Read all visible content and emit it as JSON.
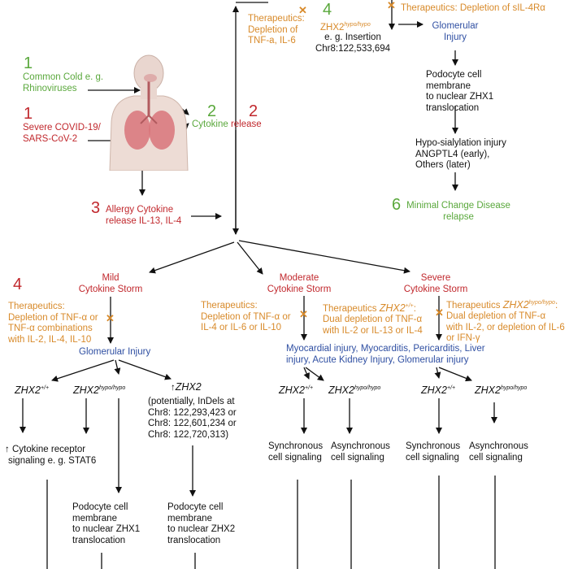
{
  "colors": {
    "green": "#5aa83c",
    "red": "#c1282d",
    "orange": "#d88a2a",
    "blue": "#2f4fa2",
    "line": "#111111"
  },
  "top": {
    "therapeutics_tnf": [
      "Therapeutics:",
      "Depletion of",
      "TNF-a, IL-6"
    ],
    "num_4": "4",
    "zhx2_hypo_base": "ZHX2",
    "zhx2_hypo_sup": "hypo/hypo",
    "insertion": [
      "e. g. Insertion",
      "Chr8:122,533,694"
    ],
    "therapeutics_sil": "Therapeutics: Depletion of sIL-4Rα",
    "glomerular_injury": [
      "Glomerular",
      "Injury"
    ],
    "podocyte_zhx1": [
      "Podocyte cell",
      "membrane",
      "to nuclear ZHX1",
      "translocation"
    ],
    "hyposialylation": [
      "Hypo-sialylation injury",
      "ANGPTL4 (early),",
      "Others (later)"
    ],
    "num_6": "6",
    "mcd": [
      "Minimal Change Disease",
      "relapse"
    ]
  },
  "left": {
    "num_1g": "1",
    "common_cold": [
      "Common Cold e. g.",
      "Rhinoviruses"
    ],
    "num_1r": "1",
    "covid": [
      "Severe COVID-19/",
      "SARS-CoV-2"
    ],
    "num_2g": "2",
    "cytokine": "Cytokine",
    "num_2r": "2",
    "release": "release",
    "num_3": "3",
    "allergy": [
      "Allergy Cytokine",
      "release IL-13, IL-4"
    ]
  },
  "mild": {
    "num_4": "4",
    "title": [
      "Mild",
      "Cytokine Storm"
    ],
    "therapeutics": [
      "Therapeutics:",
      "Depletion of TNF-α or",
      "TNF-α combinations",
      "with IL-2, IL-4, IL-10"
    ],
    "glomerular": "Glomerular Injury",
    "zhx2_wt_base": "ZHX2",
    "zhx2_wt_sup": "+/+",
    "zhx2_hypo_base": "ZHX2",
    "zhx2_hypo_sup": "hypo/hypo",
    "up_zhx2": "↑",
    "zhx2_up_base": "ZHX2",
    "indels": [
      "(potentially, InDels at",
      "Chr8: 122,293,423 or",
      "Chr8: 122,601,234 or",
      "Chr8: 122,720,313)"
    ],
    "cytokine_receptor_arrow": "↑",
    "cytokine_receptor": [
      "Cytokine receptor",
      "signaling e. g. STAT6"
    ],
    "podocyte_zhx1": [
      "Podocyte cell",
      "membrane",
      "to nuclear ZHX1",
      "translocation"
    ],
    "podocyte_zhx2": [
      "Podocyte cell",
      "membrane",
      "to nuclear ZHX2",
      "translocation"
    ]
  },
  "moderate": {
    "title": [
      "Moderate",
      "Cytokine Storm"
    ],
    "therapeutics": [
      "Therapeutics:",
      "Depletion of TNF-α or",
      "IL-4 or IL-6 or IL-10"
    ],
    "therapeutics2_head": "Therapeutics ",
    "therapeutics2_zhx": "ZHX2",
    "therapeutics2_sup": "+/+",
    "therapeutics2_tail": ":",
    "therapeutics2": [
      "Dual depletion of TNF-α",
      "with IL-2 or IL-13 or IL-4"
    ],
    "zhx2_wt_base": "ZHX2",
    "zhx2_wt_sup": "+/+",
    "zhx2_hypo_base": "ZHX2",
    "zhx2_hypo_sup": "hypo/hypo",
    "sync": [
      "Synchronous",
      "cell signaling"
    ],
    "async": [
      "Asynchronous",
      "cell signaling"
    ]
  },
  "injury": [
    "Myocardial injury, Myocarditis, Pericarditis, Liver",
    "injury, Acute Kidney Injury, Glomerular injury"
  ],
  "severe": {
    "title": [
      "Severe",
      "Cytokine Storm"
    ],
    "therapeutics_head": "Therapeutics ",
    "therapeutics_zhx": "ZHX2",
    "therapeutics_sup": "hypo/hypo",
    "therapeutics_tail": ":",
    "therapeutics": [
      "Dual depletion of TNF-α",
      "with IL-2, or depletion of IL-6",
      "or IFN-γ"
    ],
    "zhx2_wt_base": "ZHX2",
    "zhx2_wt_sup": "+/+",
    "zhx2_hypo_base": "ZHX2",
    "zhx2_hypo_sup": "hypo/hypo",
    "sync": [
      "Synchronous",
      "cell signaling"
    ],
    "async": [
      "Asynchronous",
      "cell signaling"
    ]
  },
  "x_mark": "✕"
}
